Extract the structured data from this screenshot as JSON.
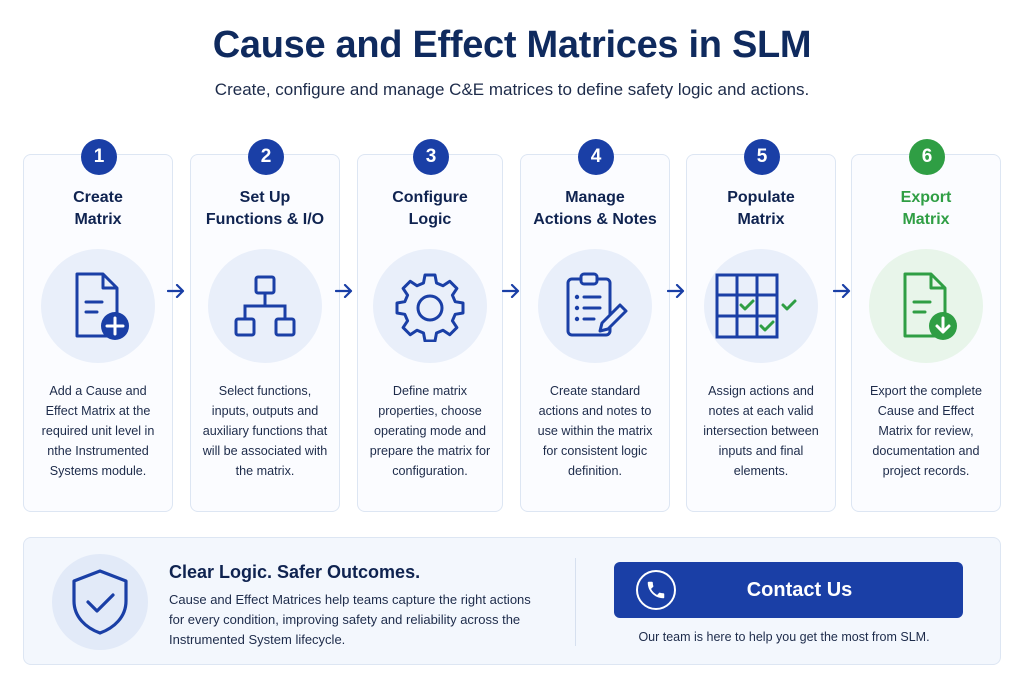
{
  "header": {
    "title": "Cause and Effect Matrices in SLM",
    "subtitle": "Create, configure and manage C&E matrices to define safety logic and actions."
  },
  "steps": [
    {
      "number": "1",
      "title_line1": "Create",
      "title_line2": "Matrix",
      "icon": "document-add-icon",
      "desc": "Add a Cause and Effect Matrix at the required unit level in nthe Instrumented Systems module."
    },
    {
      "number": "2",
      "title_line1": "Set Up",
      "title_line2": "Functions & I/O",
      "icon": "hierarchy-icon",
      "desc": "Select functions, inputs, outputs and auxiliary functions that will be associated with the matrix."
    },
    {
      "number": "3",
      "title_line1": "Configure",
      "title_line2": "Logic",
      "icon": "gear-icon",
      "desc": "Define matrix properties, choose operating mode and prepare the matrix for configuration."
    },
    {
      "number": "4",
      "title_line1": "Manage",
      "title_line2": "Actions & Notes",
      "icon": "checklist-edit-icon",
      "desc": "Create standard actions and notes to use within the matrix for consistent logic definition."
    },
    {
      "number": "5",
      "title_line1": "Populate",
      "title_line2": "Matrix",
      "icon": "grid-check-icon",
      "desc": "Assign actions and notes at each valid intersection between inputs and final elements."
    },
    {
      "number": "6",
      "title_line1": "Export",
      "title_line2": "Matrix",
      "icon": "document-download-icon",
      "desc": "Export the complete Cause and Effect Matrix for review, documentation and project records."
    }
  ],
  "footer": {
    "heading": "Clear Logic. Safer Outcomes.",
    "text": "Cause and Effect Matrices help teams capture the right actions for every condition, improving safety and reliability across the Instrumented System lifecycle.",
    "contact_label": "Contact Us",
    "contact_note": "Our team is here to help you get the most from SLM."
  },
  "colors": {
    "primary": "#1a3fa6",
    "accent_green": "#2f9e44",
    "title_navy": "#0f2a5e"
  }
}
